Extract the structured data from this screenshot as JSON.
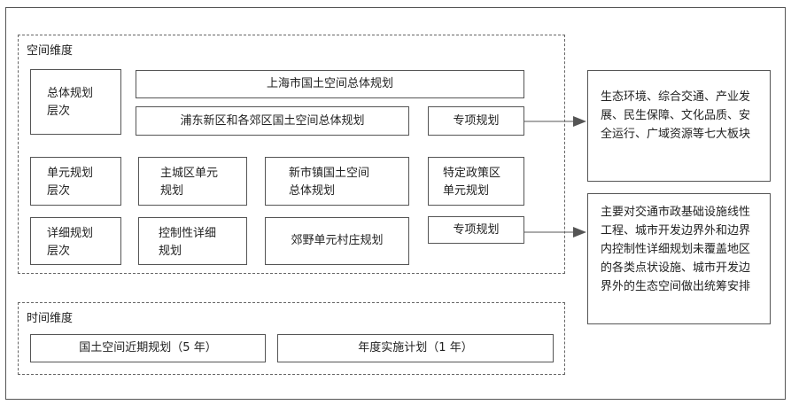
{
  "spatial": {
    "title": "空间维度",
    "levels": {
      "master": "总体规划\n层次",
      "unit": "单元规划\n层次",
      "detail": "详细规划\n层次"
    },
    "boxes": {
      "shanghai_master": "上海市国土空间总体规划",
      "pudong_master": "浦东新区和各郊区国土空间总体规划",
      "special_1": "专项规划",
      "main_city_unit": "主城区单元\n规划",
      "new_town_master": "新市镇国土空间\n总体规划",
      "policy_zone_unit": "特定政策区\n单元规划",
      "regulatory_detail": "控制性详细\n规划",
      "rural_village": "郊野单元村庄规划",
      "special_2": "专项规划"
    }
  },
  "temporal": {
    "title": "时间维度",
    "near_term": "国土空间近期规划（5 年）",
    "annual": "年度实施计划（1 年）"
  },
  "notes": {
    "note_1": "生态环境、综合交通、产业发展、民生保障、文化品质、安全运行、广域资源等七大板块",
    "note_2": "主要对交通市政基础设施线性工程、城市开发边界外和边界内控制性详细规划未覆盖地区的各类点状设施、城市开发边界外的生态空间做出统筹安排"
  }
}
